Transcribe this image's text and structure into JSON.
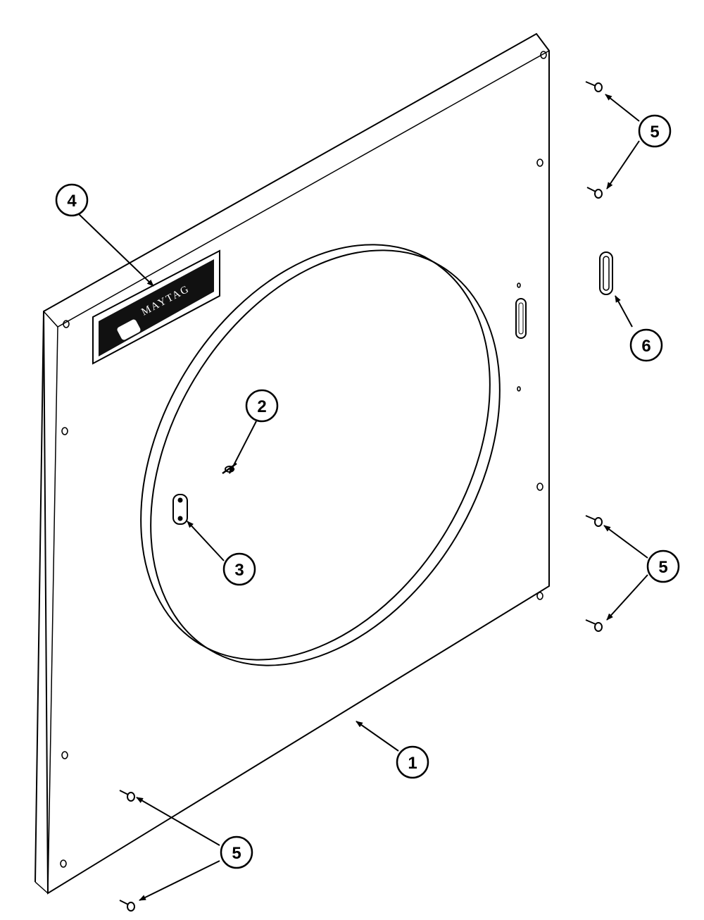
{
  "colors": {
    "line": "#000000",
    "paper": "#ffffff",
    "nameplate": "#111111"
  },
  "nameplate": {
    "brand": "MAYTAG"
  },
  "callouts": [
    {
      "id": "1",
      "label": "1"
    },
    {
      "id": "2",
      "label": "2"
    },
    {
      "id": "3",
      "label": "3"
    },
    {
      "id": "4",
      "label": "4"
    },
    {
      "id": "5a",
      "label": "5"
    },
    {
      "id": "5b",
      "label": "5"
    },
    {
      "id": "5c",
      "label": "5"
    },
    {
      "id": "6",
      "label": "6"
    }
  ]
}
